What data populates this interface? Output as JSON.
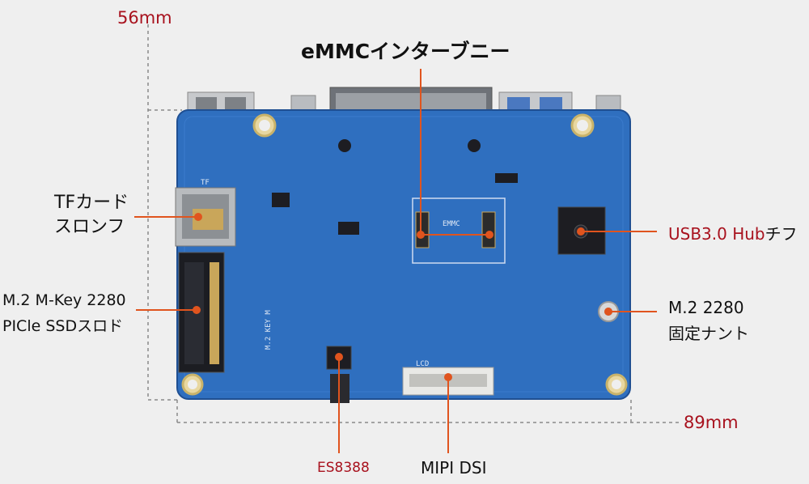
{
  "dimensions": {
    "width_label": "56mm",
    "length_label": "89mm"
  },
  "callouts": {
    "emmc": "eMMCインターブニー",
    "tf_card_line1": "TFカード",
    "tf_card_line2": "スロンフ",
    "m2_slot_line1": "M.2 M-Key 2280",
    "m2_slot_line2": "PICle SSDスロド",
    "usb_hub_red": "USB3.0 Hub",
    "usb_hub_black": "チフ",
    "m2_nut_line1": "M.2 2280",
    "m2_nut_line2": "固定ナント",
    "audio_codec": "ES8388",
    "mipi_dsi": "MIPI DSI"
  },
  "silkscreen": {
    "emmc": "EMMC",
    "lcd": "LCD",
    "tf": "TF",
    "m2key": "M.2 KEY M"
  },
  "colors": {
    "pcb": "#2f6fbf",
    "accent_orange": "#e0541e",
    "dimension_red": "#a8121e",
    "background": "#efefef"
  }
}
